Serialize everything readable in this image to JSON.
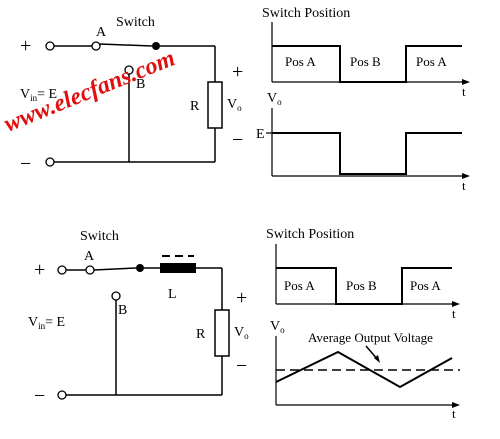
{
  "watermark": "www.elecfans.com",
  "top": {
    "switch_label": "Switch",
    "pos_a_label": "A",
    "pos_b_label": "B",
    "plus": "+",
    "minus": "−",
    "vin_main": "V",
    "vin_sub": "in",
    "vin_eq": "= E",
    "resistor_label": "R",
    "vo_main": "V",
    "vo_sub": "o",
    "out_plus": "+",
    "out_minus": "−",
    "switch_chart": {
      "title": "Switch Position",
      "segments": [
        "Pos A",
        "Pos B",
        "Pos A"
      ],
      "t_label": "t"
    },
    "vo_chart": {
      "ylabel_main": "V",
      "ylabel_sub": "o",
      "level_label": "E",
      "t_label": "t"
    }
  },
  "bottom": {
    "switch_label": "Switch",
    "pos_a_label": "A",
    "pos_b_label": "B",
    "plus": "+",
    "minus": "−",
    "vin_main": "V",
    "vin_sub": "in",
    "vin_eq": "= E",
    "inductor_label": "L",
    "resistor_label": "R",
    "vo_main": "V",
    "vo_sub": "o",
    "out_plus": "+",
    "out_minus": "−",
    "switch_chart": {
      "title": "Switch Position",
      "segments": [
        "Pos A",
        "Pos B",
        "Pos A"
      ],
      "t_label": "t"
    },
    "vo_chart": {
      "ylabel_main": "V",
      "ylabel_sub": "o",
      "avg_label": "Average Output Voltage",
      "t_label": "t"
    }
  }
}
